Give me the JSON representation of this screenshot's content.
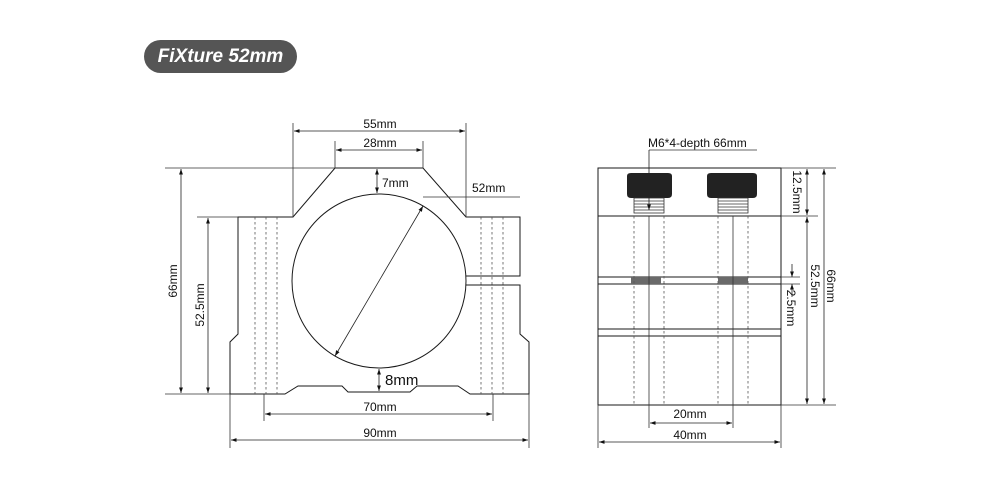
{
  "title": "FiXture  52mm",
  "front_view": {
    "labels": {
      "width_top": "55mm",
      "width_neck": "28mm",
      "top_wall": "7mm",
      "bore": "52mm",
      "height_total": "66mm",
      "height_body": "52.5mm",
      "bottom_wall": "8mm",
      "width_inner": "70mm",
      "width_total": "90mm"
    }
  },
  "side_view": {
    "labels": {
      "screw": "M6*4-depth 66mm",
      "cap": "12.5mm",
      "height_total": "66mm",
      "height_body": "52.5mm",
      "gap": "2.5mm",
      "hole_spacing": "20mm",
      "width_total": "40mm"
    }
  },
  "colors": {
    "badge_bg": "#555555",
    "badge_text": "#ffffff",
    "line": "#1a1a1a"
  }
}
